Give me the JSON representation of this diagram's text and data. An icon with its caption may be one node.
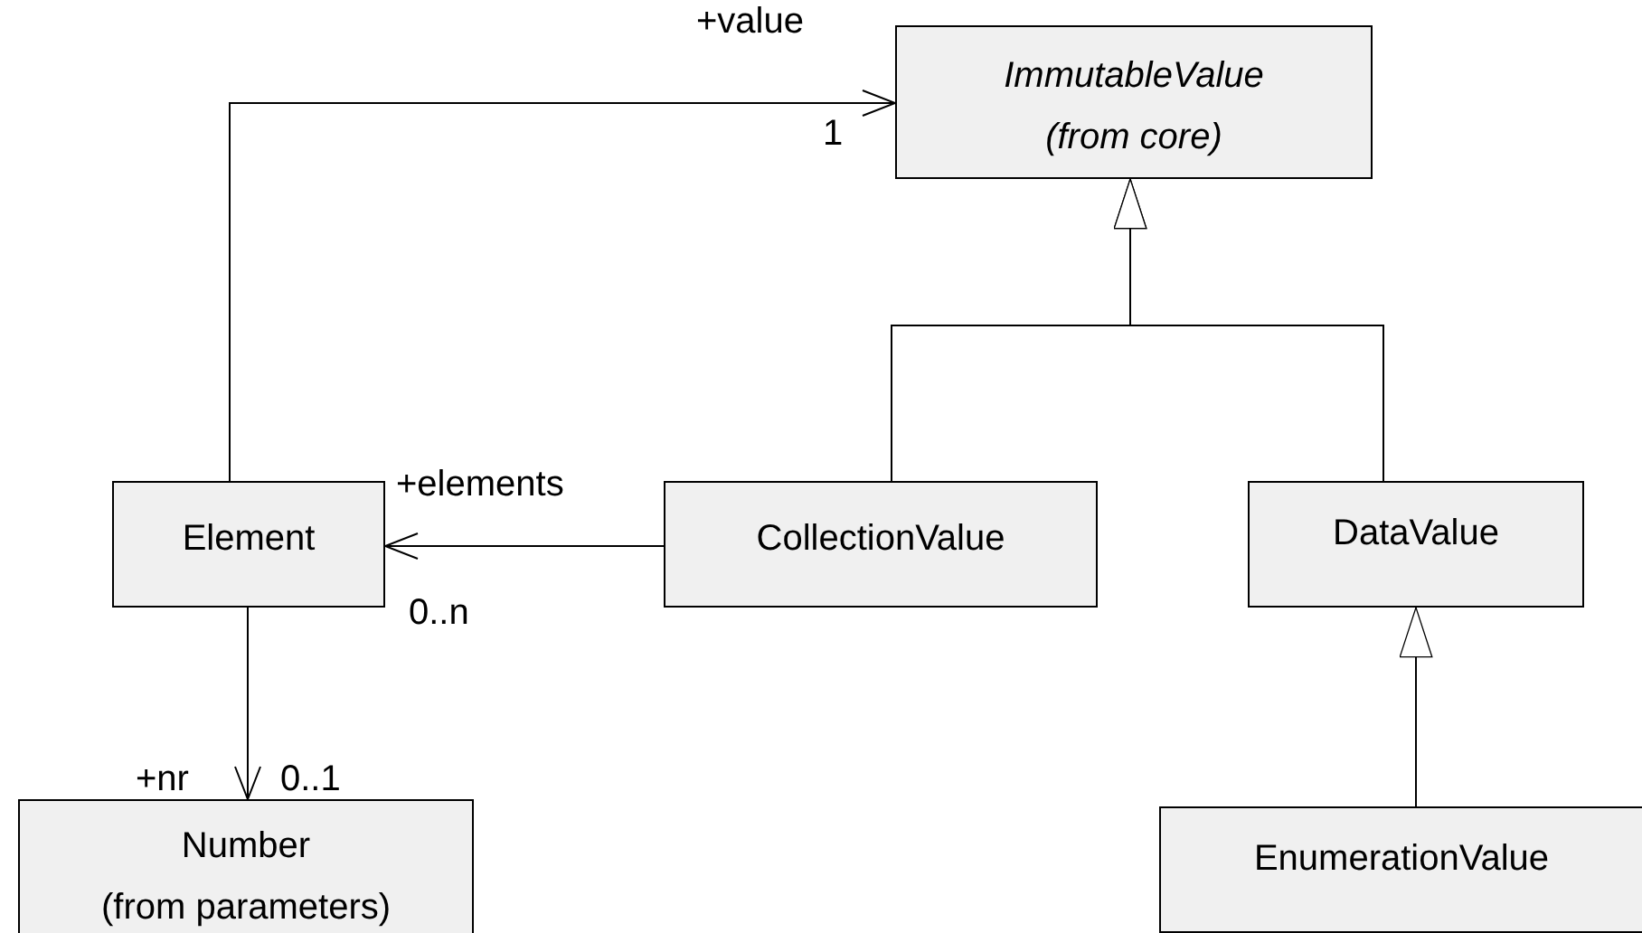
{
  "diagram": {
    "nodes": [
      {
        "text": [
          "ImmutableValue",
          "(from core)"
        ]
      },
      {
        "text": [
          "Element"
        ]
      },
      {
        "text": [
          "CollectionValue"
        ]
      },
      {
        "text": [
          "DataValue"
        ]
      },
      {
        "text": [
          "Number",
          "(from parameters)"
        ]
      },
      {
        "text": [
          "EnumerationValue"
        ]
      }
    ],
    "edges": [
      {
        "from": 1,
        "to": 0,
        "arrow": "to"
      },
      {
        "from": 2,
        "to": 1,
        "arrow": "to"
      },
      {
        "from": 1,
        "to": 4,
        "arrow": "to"
      },
      {
        "from": 2,
        "to": 0,
        "arrow": "to"
      },
      {
        "from": 3,
        "to": 0,
        "arrow": "to"
      },
      {
        "from": 5,
        "to": 3,
        "arrow": "to"
      }
    ],
    "labels": [
      "+value",
      "1",
      "+elements",
      "0..n",
      "+nr",
      "0..1"
    ]
  }
}
